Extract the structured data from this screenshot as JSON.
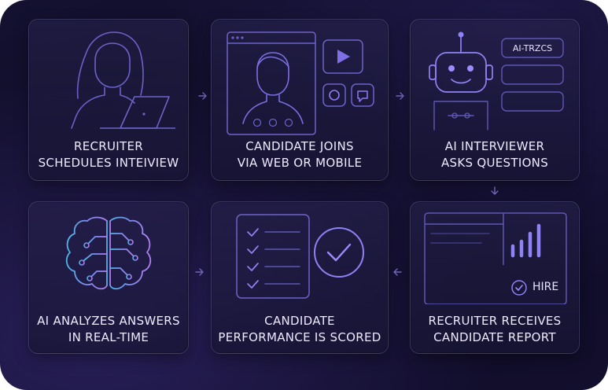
{
  "steps": [
    {
      "line1": "RECRUITER",
      "line2": "SCHEDULES INTEIVIEW"
    },
    {
      "line1": "CANDIDATE JOINS",
      "line2": "VIA WEB OR MOBILE"
    },
    {
      "line1": "AI INTERVIEWER",
      "line2": "ASKS QUESTIONS"
    },
    {
      "line1": "AI ANALYZES ANSWERS",
      "line2": "IN REAL-TIME"
    },
    {
      "line1": "CANDIDATE",
      "line2": "PERFORMANCE IS SCORED"
    },
    {
      "line1": "RECRUITER RECEIVES",
      "line2": "CANDIDATE REPORT"
    }
  ],
  "robot_tag": "AI-TRZCS",
  "hire_label": "HIRE",
  "colors": {
    "background": "#120f2c",
    "card_border": "#8c87c8",
    "accent": "#8a7cf0",
    "text": "#eeeaff"
  }
}
